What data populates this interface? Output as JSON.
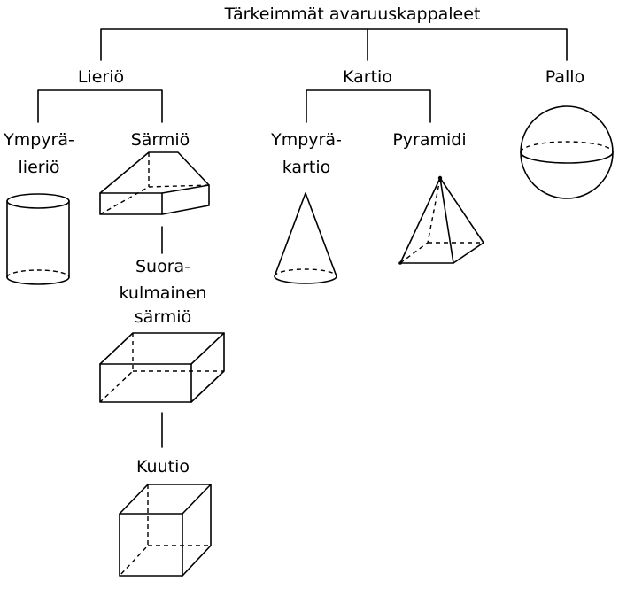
{
  "diagram": {
    "title": "Tärkeimmät avaruuskappaleet",
    "lierio": "Lieriö",
    "kartio": "Kartio",
    "pallo": "Pallo",
    "ympyralierio_1": "Ympyrä-",
    "ympyralierio_2": "lieriö",
    "sarmio": "Särmiö",
    "ympyrakartio_1": "Ympyrä-",
    "ympyrakartio_2": "kartio",
    "pyramidi": "Pyramidi",
    "suorakulmainen_1": "Suora-",
    "suorakulmainen_2": "kulmainen",
    "suorakulmainen_3": "särmiö",
    "kuutio": "Kuutio"
  }
}
